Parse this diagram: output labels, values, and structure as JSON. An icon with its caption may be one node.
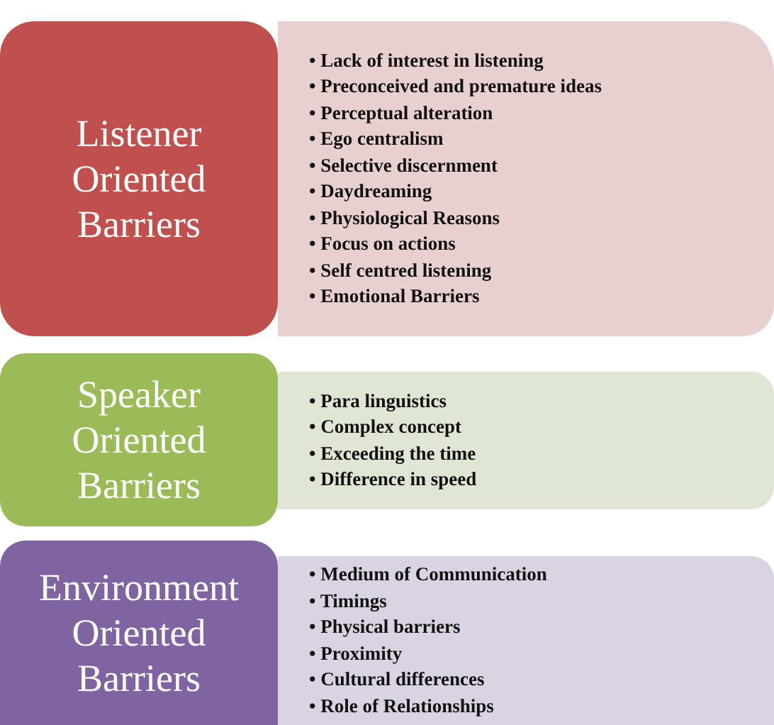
{
  "diagram": {
    "nodes": [
      {
        "text": [
          "Listener Oriented Barriers"
        ]
      },
      {
        "text": [
          "• Lack of interest in listening",
          "• Preconceived and premature ideas",
          "• Perceptual alteration",
          "• Ego centralism",
          "• Selective discernment",
          "• Daydreaming",
          "• Physiological Reasons",
          "• Focus on actions",
          "• Self centred listening",
          "• Emotional Barriers"
        ]
      },
      {
        "text": [
          "Speaker Oriented Barriers"
        ]
      },
      {
        "text": [
          "• Para linguistics",
          "• Complex concept",
          "• Exceeding the time",
          "• Difference in speed"
        ]
      },
      {
        "text": [
          "Environment Oriented Barriers"
        ]
      },
      {
        "text": [
          "• Medium of Communication",
          "• Timings",
          "• Physical barriers",
          "• Proximity",
          "• Cultural differences",
          "• Role of Relationships"
        ]
      }
    ]
  }
}
